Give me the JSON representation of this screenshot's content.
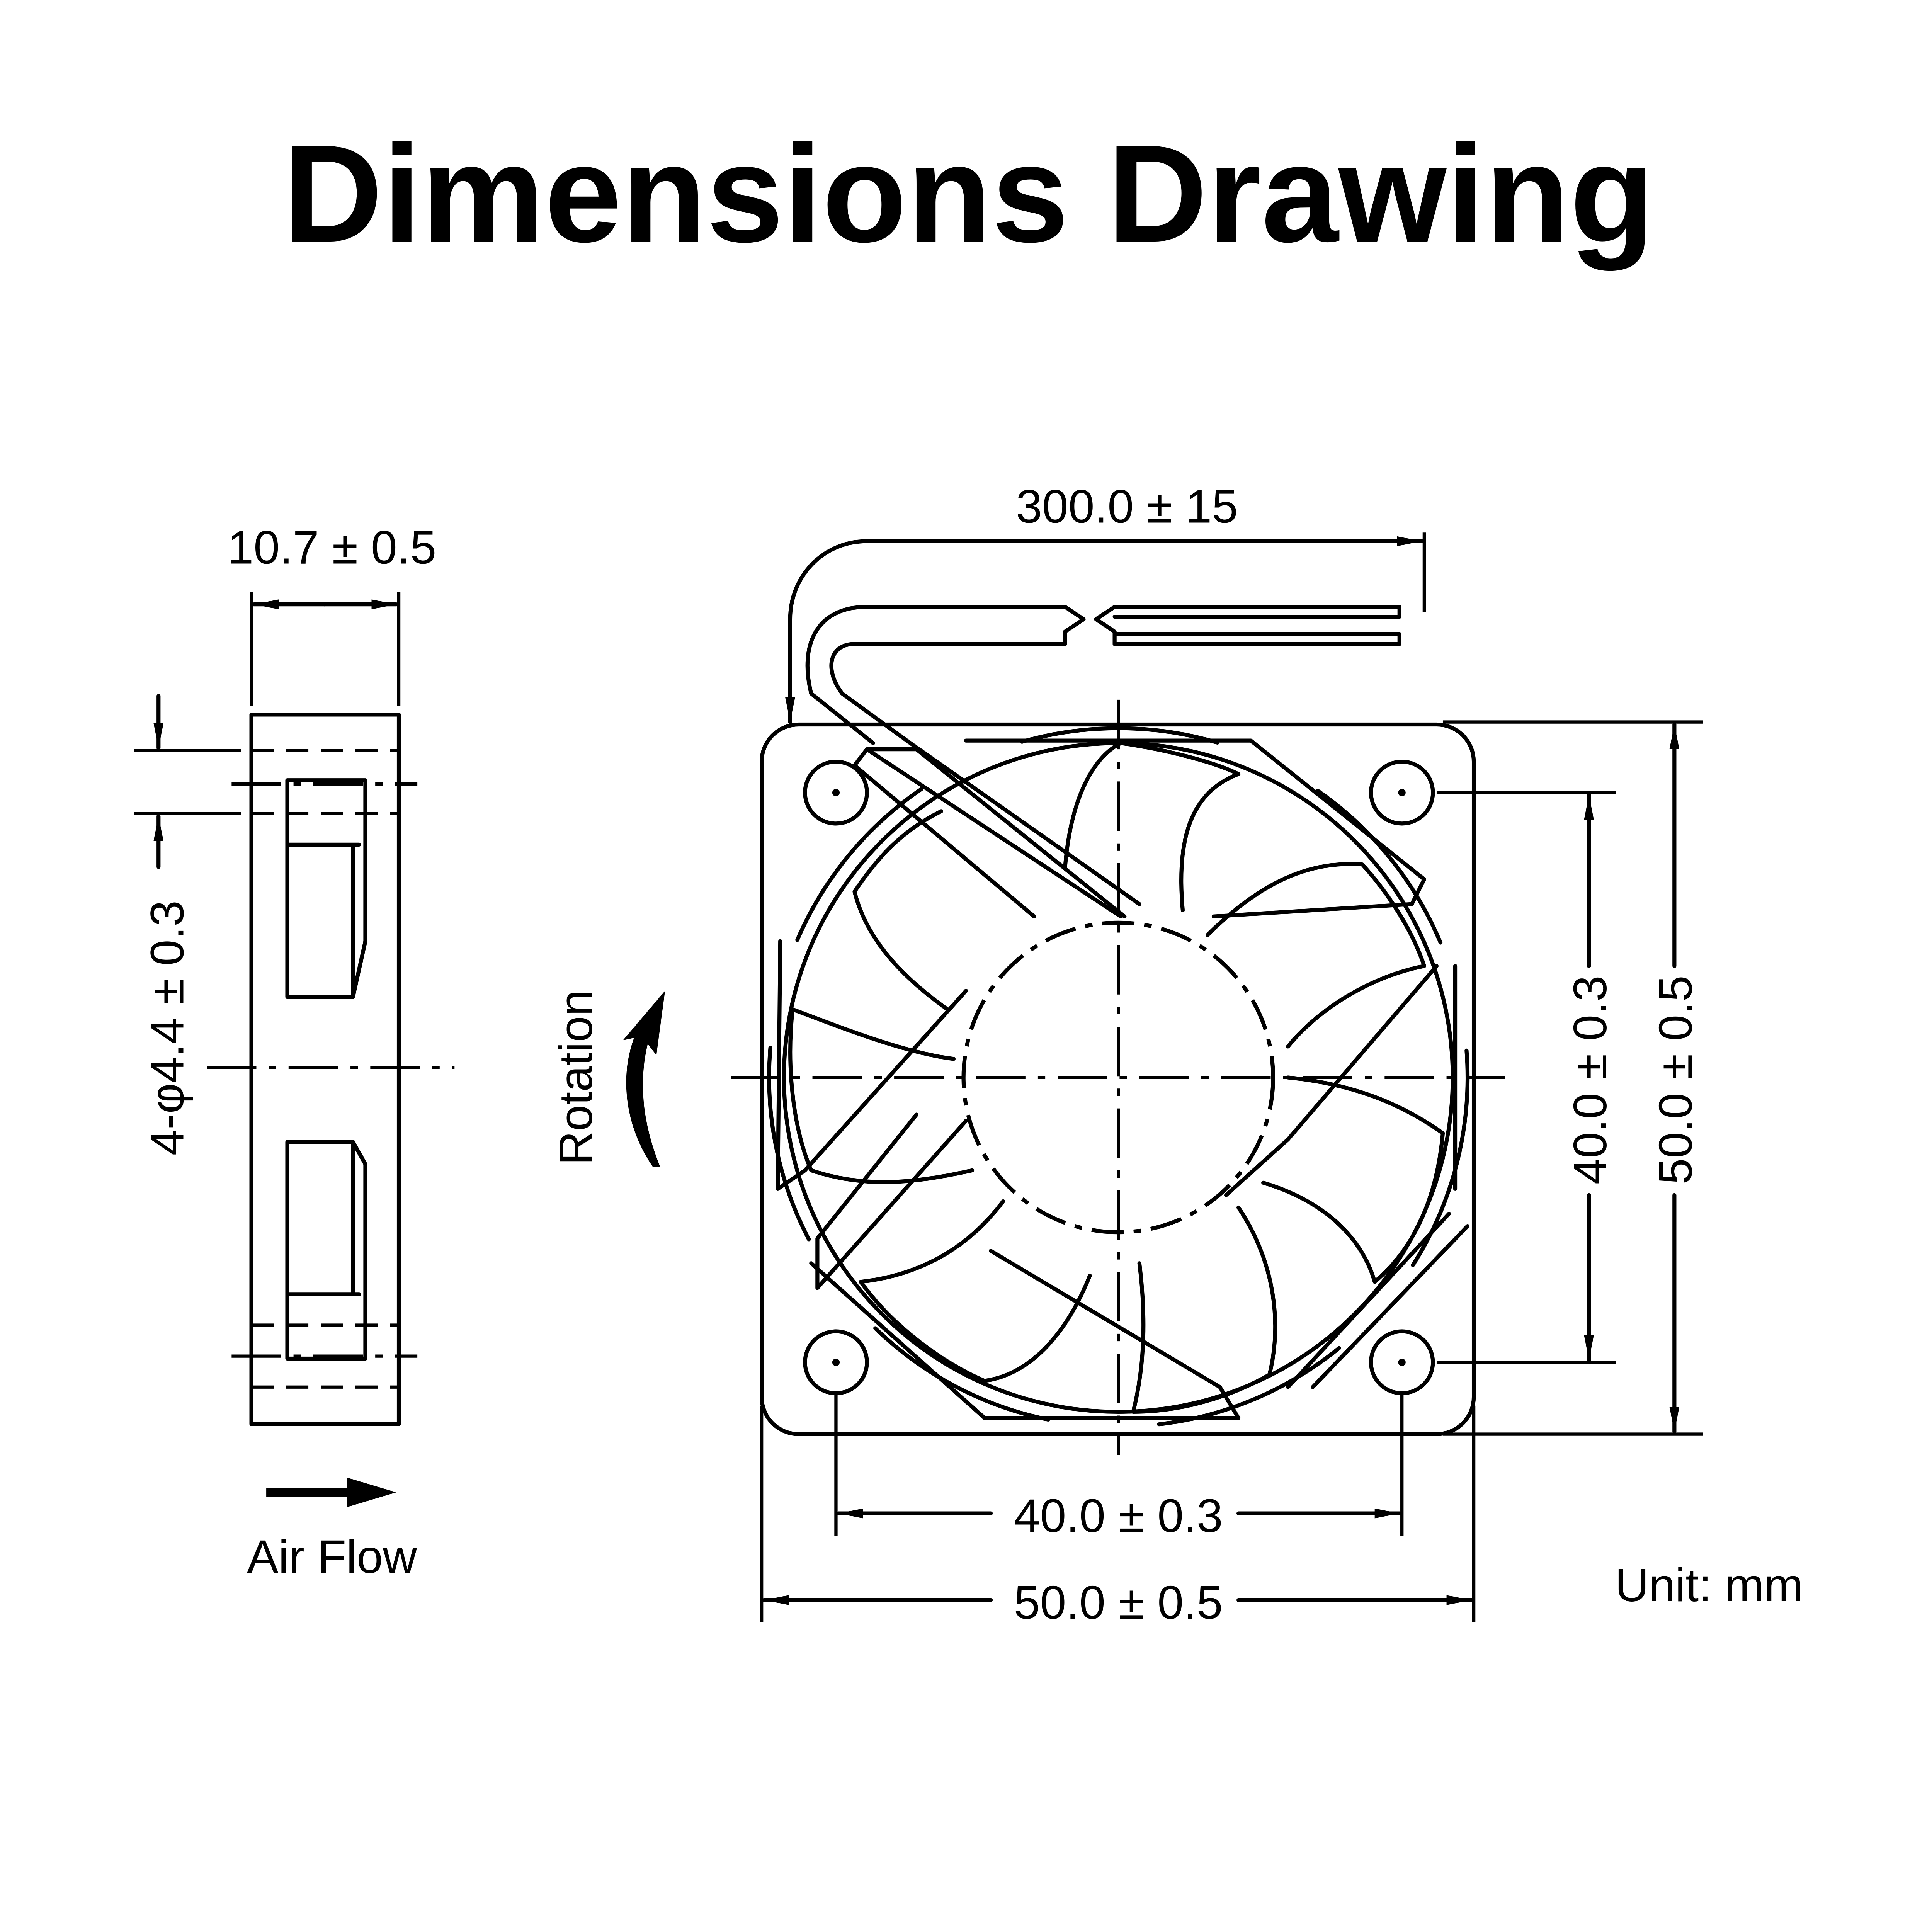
{
  "title": "Dimensions Drawing",
  "side_view": {
    "thickness": "10.7 ± 0.5",
    "hole_spec": "4-φ4.4 ± 0.3",
    "airflow_label": "Air Flow"
  },
  "front_view": {
    "rotation_label": "Rotation",
    "cable_length": "300.0 ± 15",
    "hole_pitch_vertical": "40.0 ± 0.3",
    "size_vertical": "50.0 ± 0.5",
    "hole_pitch_horizontal": "40.0 ± 0.3",
    "size_horizontal": "50.0 ± 0.5"
  },
  "unit_label": "Unit: mm"
}
